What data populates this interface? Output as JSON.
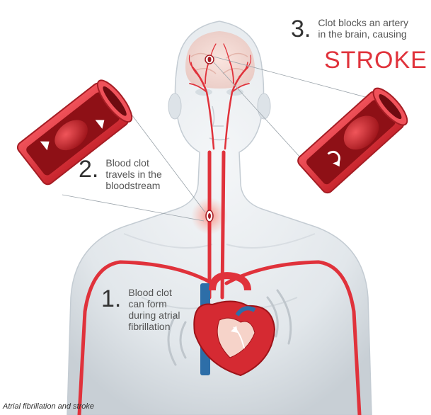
{
  "steps": [
    {
      "number": "1.",
      "text": "Blood clot\ncan form\nduring atrial\nfibrillation"
    },
    {
      "number": "2.",
      "text": "Blood clot\ntravels in the\nbloodstream"
    },
    {
      "number": "3.",
      "text": "Clot blocks an artery\nin the brain, causing"
    }
  ],
  "stroke_word": "STROKE",
  "caption": "Atrial fibrillation and stroke",
  "colors": {
    "artery": "#e0323b",
    "artery_dark": "#a51d24",
    "body": "#e8ecef",
    "body_shade": "#c9d0d6",
    "vein": "#2d6ea8",
    "stroke_text": "#e0323b"
  }
}
